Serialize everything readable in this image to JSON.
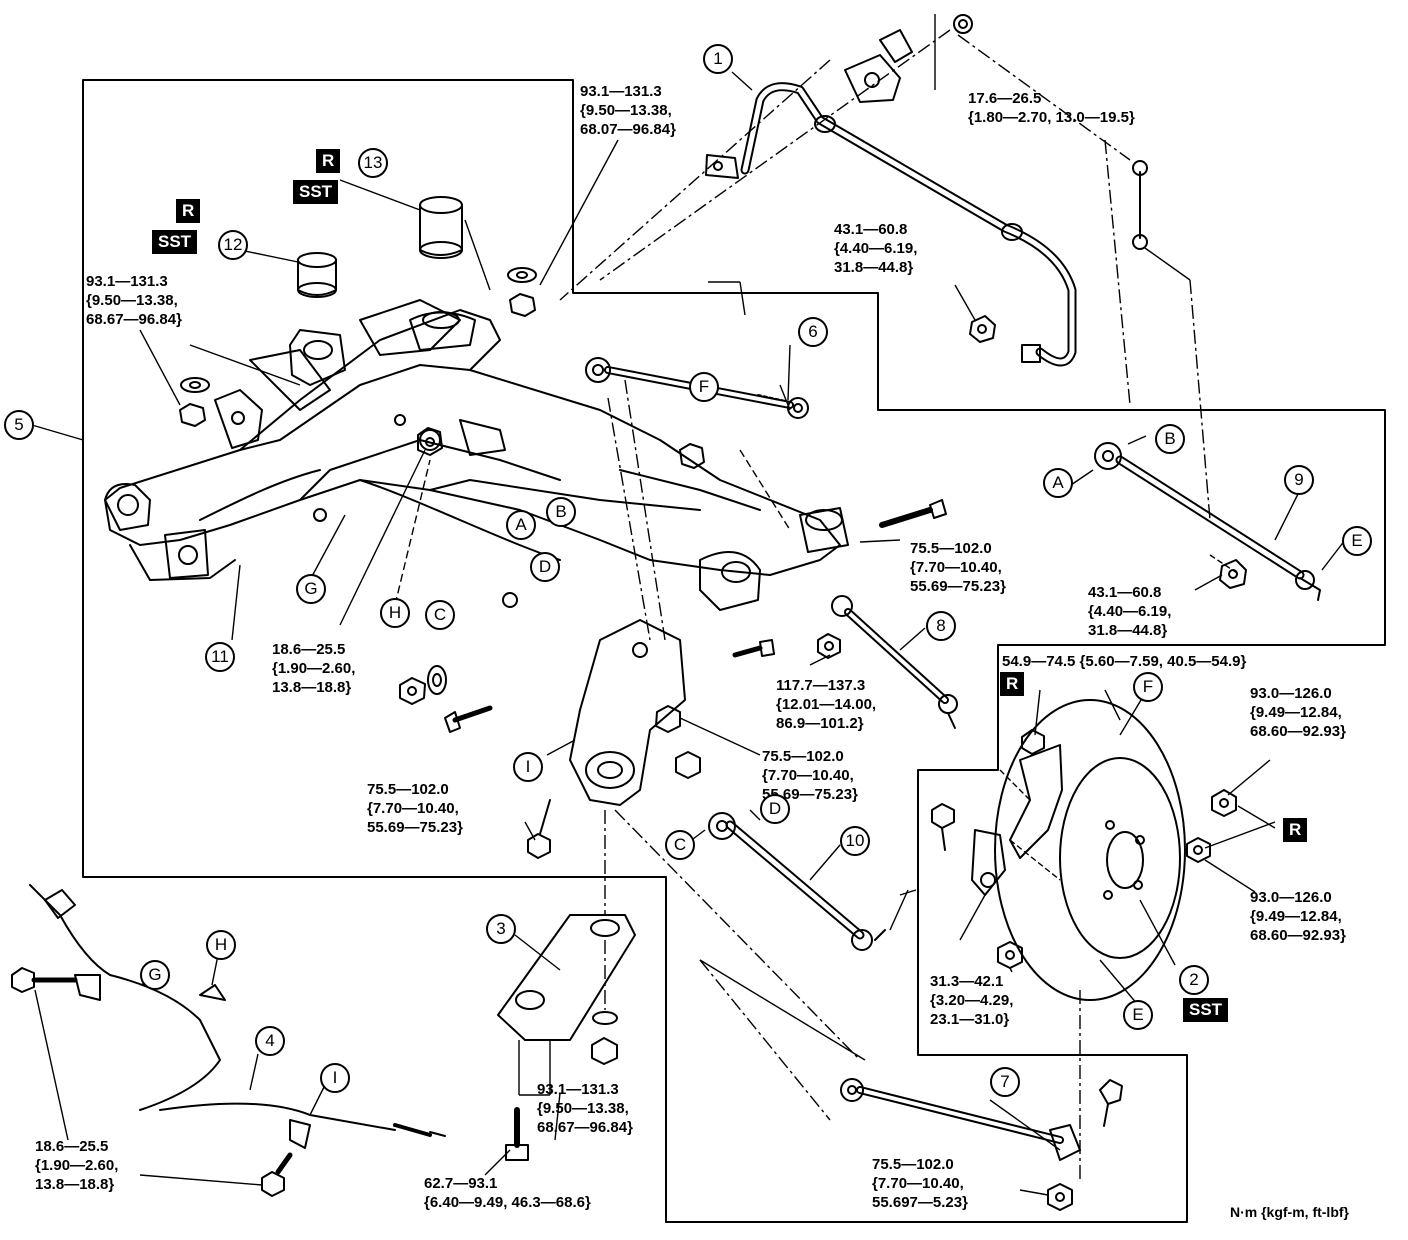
{
  "parts": {
    "p1": "1",
    "p2": "2",
    "p3": "3",
    "p4": "4",
    "p5": "5",
    "p6": "6",
    "p7": "7",
    "p8": "8",
    "p9": "9",
    "p10": "10",
    "p11": "11",
    "p12": "12",
    "p13": "13"
  },
  "letters": {
    "A": "A",
    "B": "B",
    "C": "C",
    "D": "D",
    "E": "E",
    "F": "F",
    "G": "G",
    "H": "H",
    "I": "I"
  },
  "tags": {
    "r": "R",
    "sst": "SST"
  },
  "torques": {
    "t_stab_link_top": "17.6—26.5\n{1.80—2.70, 13.0—19.5}",
    "t_crossmember_front": "93.1—131.3\n{9.50—13.38,\n68.07—96.84}",
    "t_crossmember_left": "93.1—131.3\n{9.50—13.38,\n68.67—96.84}",
    "t_stab_bracket": "43.1—60.8\n{4.40—6.19,\n31.8—44.8}",
    "t_arm9_link": "43.1—60.8\n{4.40—6.19,\n31.8—44.8}",
    "t_lower_arm_bolt": "75.5—102.0\n{7.70—10.40,\n55.69—75.23}",
    "t_bracket_bolt": "18.6—25.5\n{1.90—2.60,\n13.8—18.8}",
    "t_upper_arm_nut": "117.7—137.3\n{12.01—14.00,\n86.9—101.2}",
    "t_knuckle_nut": "75.5—102.0\n{7.70—10.40,\n55.69—75.23}",
    "t_knuckle_bolt": "75.5—102.0\n{7.70—10.40,\n55.69—75.23}",
    "t_hub_bolt": "54.9—74.5 {5.60—7.59, 40.5—54.9}",
    "t_hub_nut_top": "93.0—126.0\n{9.49—12.84,\n68.60—92.93}",
    "t_hub_nut_bottom": "93.0—126.0\n{9.49—12.84,\n68.60—92.93}",
    "t_caliper": "31.3—42.1\n{3.20—4.29,\n23.1—31.0}",
    "t_bracket3_nut": "93.1—131.3\n{9.50—13.38,\n68.67—96.84}",
    "t_bracket3_bolt": "62.7—93.1\n{6.40—9.49, 46.3—68.6}",
    "t_cable_bolt": "18.6—25.5\n{1.90—2.60,\n13.8—18.8}",
    "t_link7": "75.5—102.0\n{7.70—10.40,\n55.697—5.23}"
  },
  "units": "N·m {kgf-m, ft-lbf}"
}
